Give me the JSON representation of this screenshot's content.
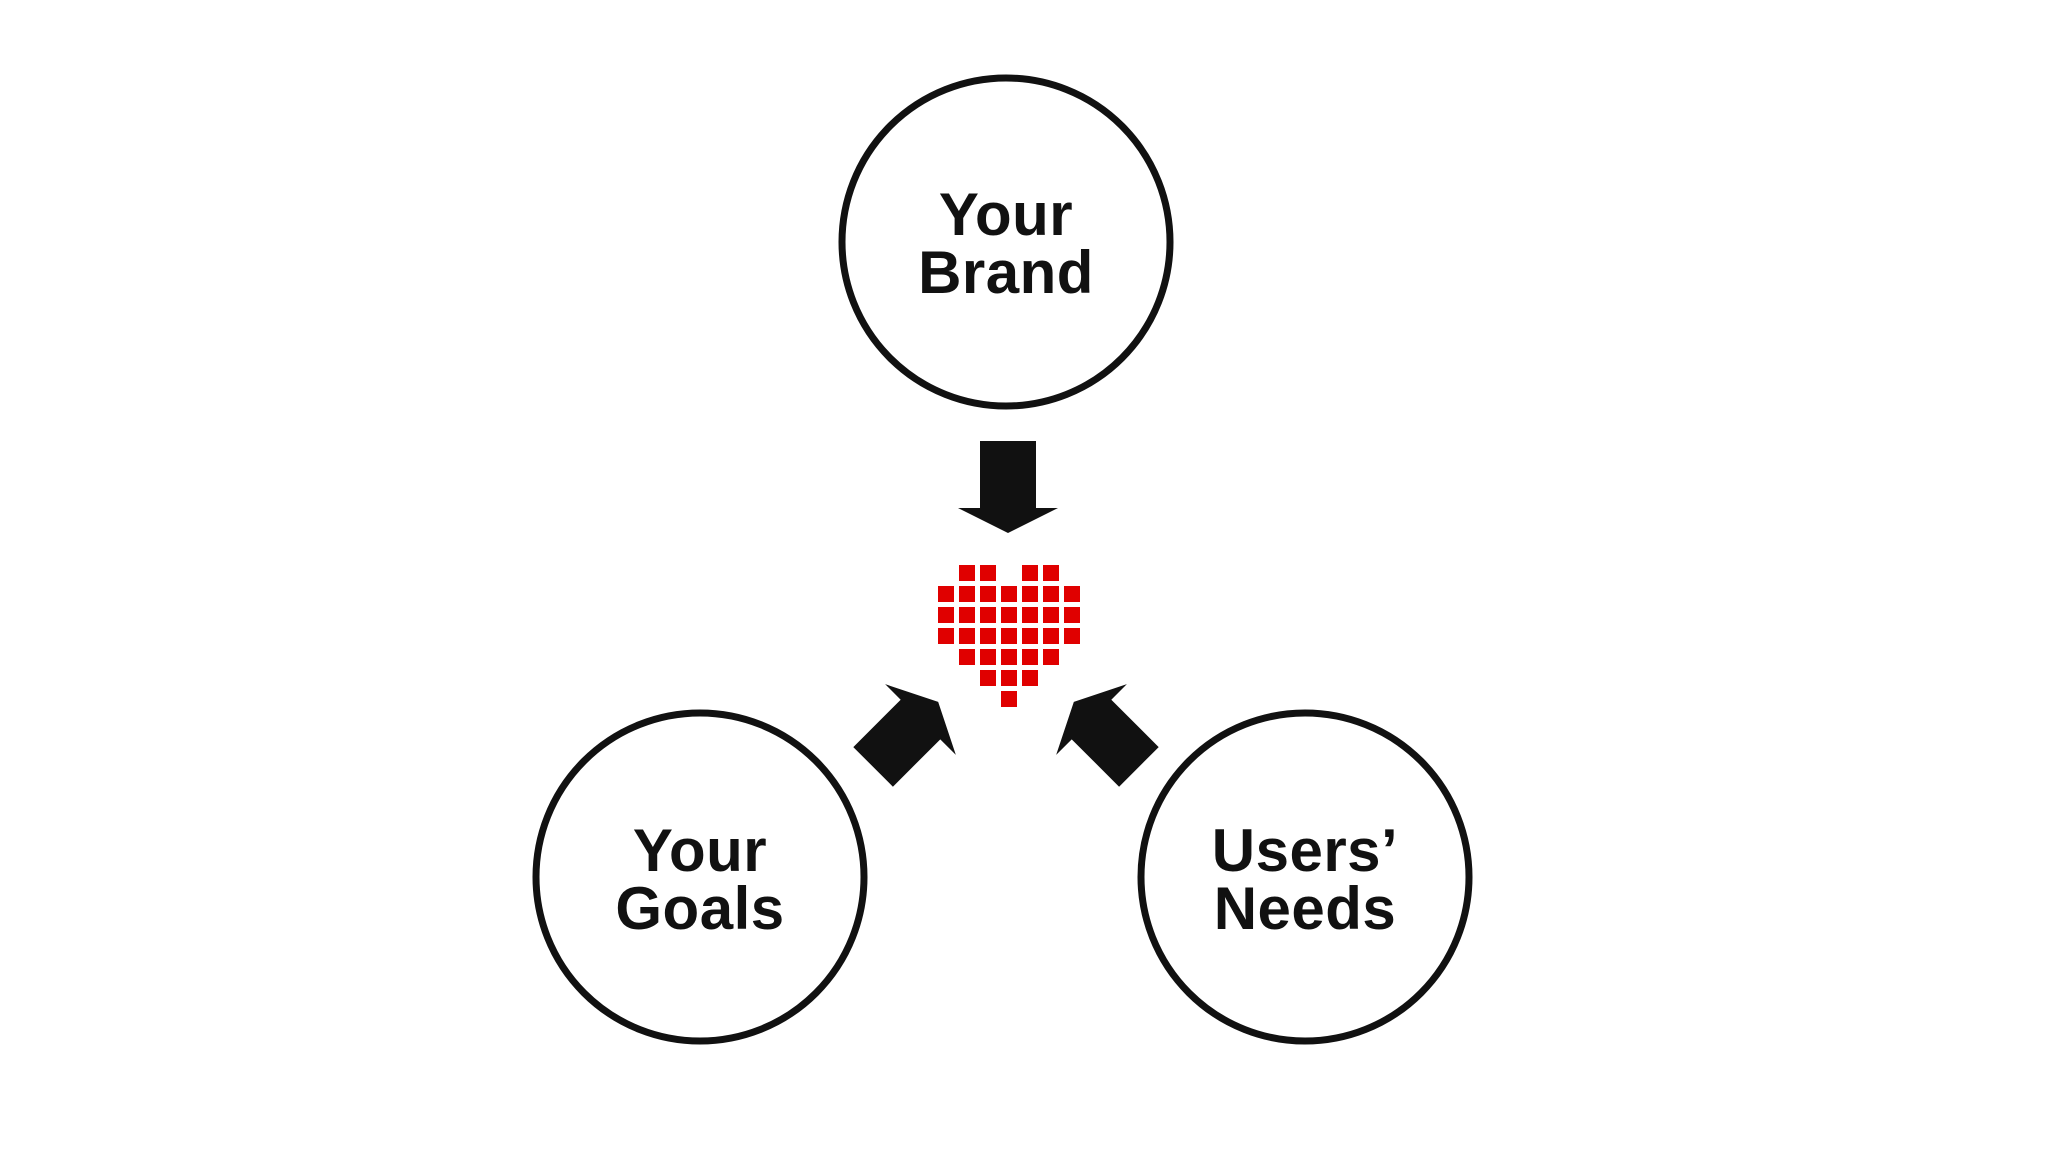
{
  "diagram": {
    "nodes": [
      {
        "id": "brand",
        "line1": "Your",
        "line2": "Brand"
      },
      {
        "id": "goals",
        "line1": "Your",
        "line2": "Goals"
      },
      {
        "id": "needs",
        "line1": "Users’",
        "line2": "Needs"
      }
    ],
    "center_icon": "pixel-heart-icon",
    "arrow_icon": "arrow-icon",
    "colors": {
      "stroke": "#111111",
      "heart": "#e00000",
      "background": "#ffffff"
    }
  }
}
